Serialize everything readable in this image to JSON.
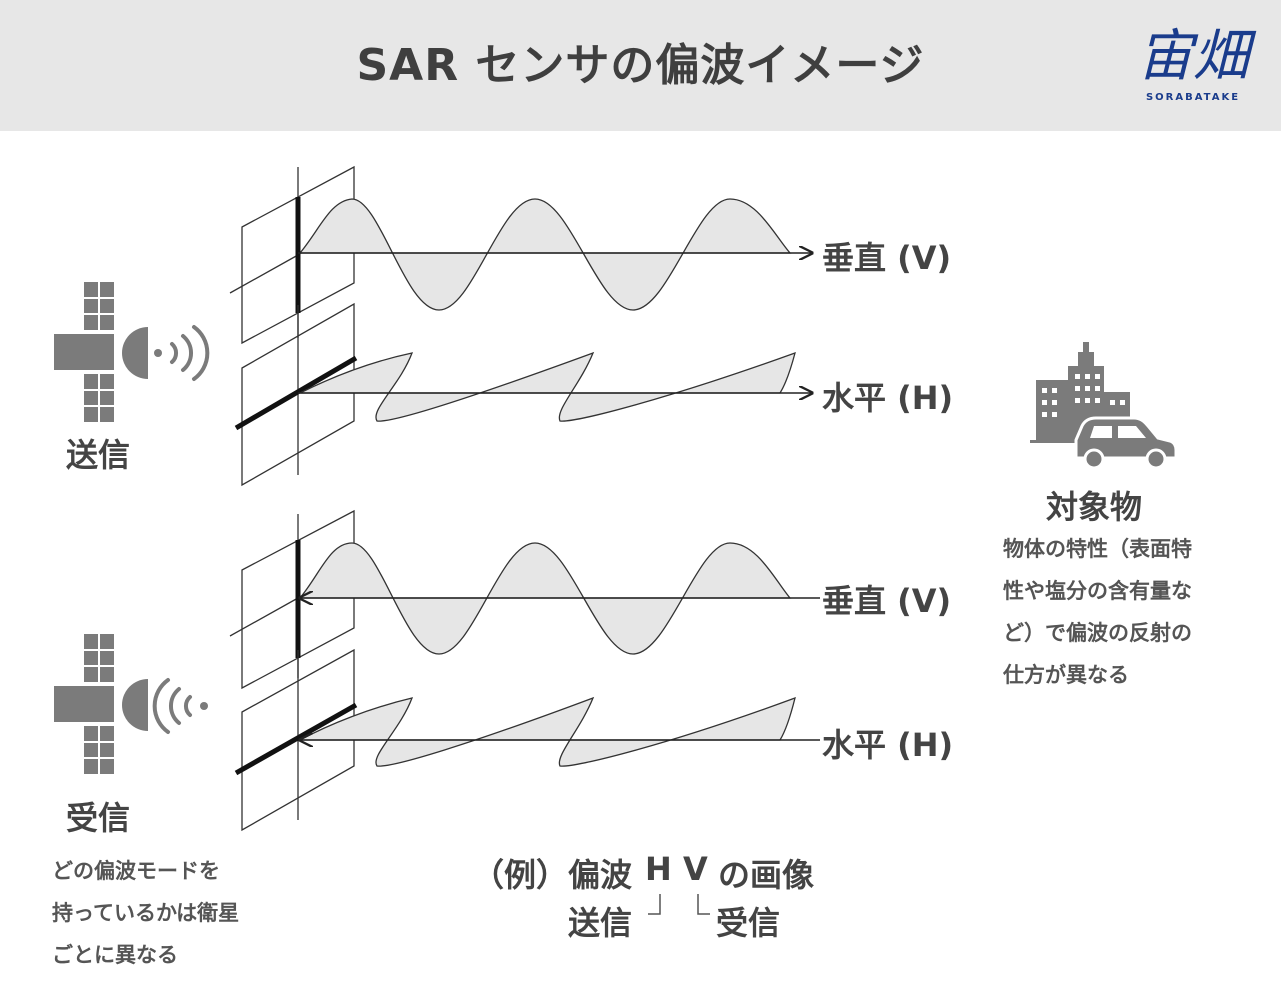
{
  "header": {
    "title": "SAR センサの偏波イメージ",
    "logo_text": "宙畑",
    "logo_sub": "SORABATAKE"
  },
  "transmit": {
    "label": "送信",
    "vertical_label": "垂直 (V)",
    "horizontal_label": "水平 (H)"
  },
  "receive": {
    "label": "受信",
    "vertical_label": "垂直 (V)",
    "horizontal_label": "水平 (H)",
    "note": "どの偏波モードを\n持っているかは衛星\nごとに異なる"
  },
  "target": {
    "label": "対象物",
    "description": "物体の特性（表面特\n性や塩分の含有量な\nど）で偏波の反射の\n仕方が異なる"
  },
  "example": {
    "prefix": "（例）偏波",
    "h": "H",
    "v": "V",
    "suffix": "の画像",
    "send": "送信",
    "receive": "受信"
  },
  "colors": {
    "wave_fill": "#e6e6e6",
    "icon": "#7b7b7b",
    "line": "#222222"
  },
  "icons": [
    "satellite-icon",
    "antenna-icon",
    "signal-waves-icon",
    "building-icon",
    "car-icon"
  ]
}
